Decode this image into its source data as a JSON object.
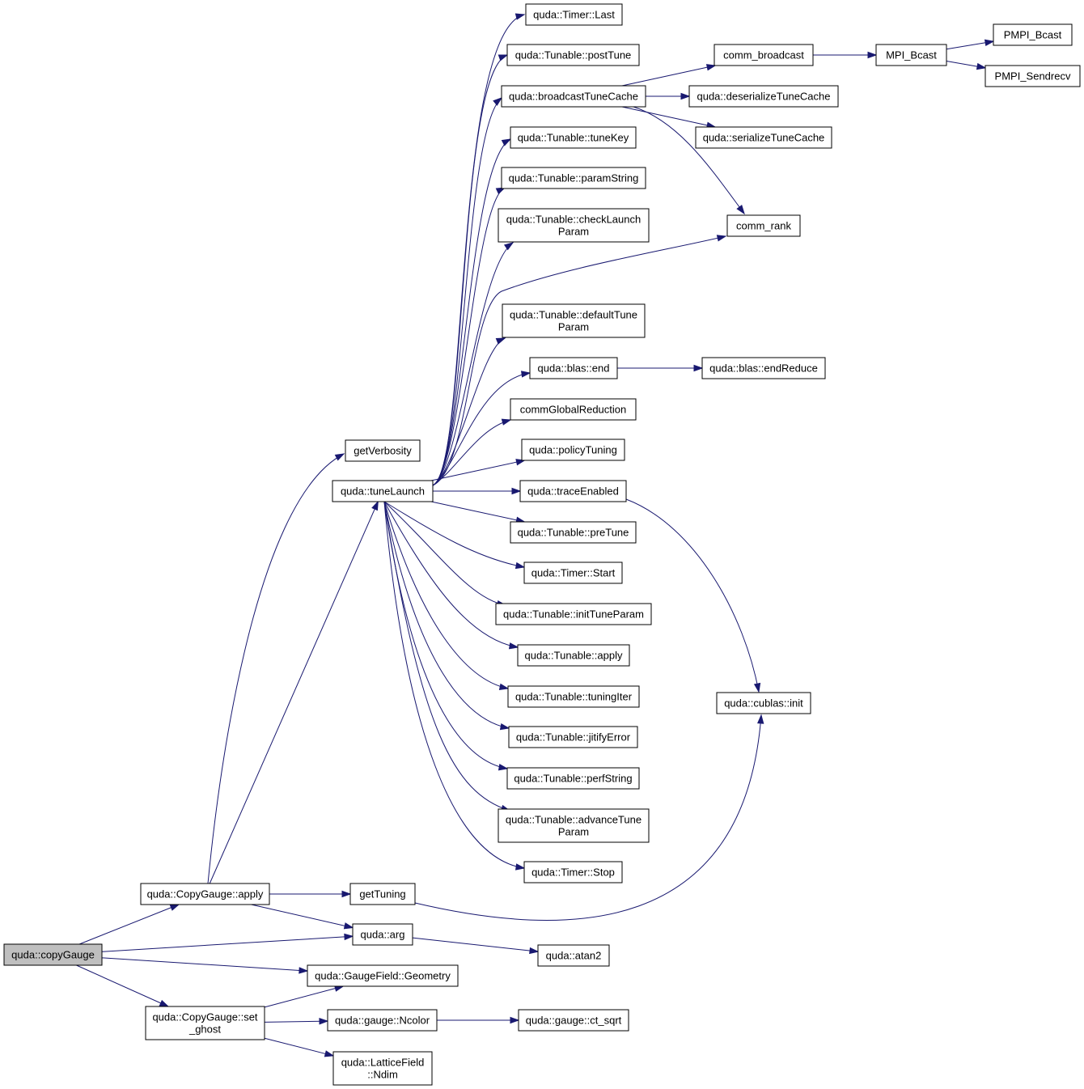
{
  "colors": {
    "edge": "#191970",
    "node_border": "#000000",
    "root_fill": "#bfbfbf",
    "node_fill": "#ffffff"
  },
  "nodes": {
    "copyGauge": [
      "quda::copyGauge"
    ],
    "CopyGaugeApply": [
      "quda::CopyGauge::apply"
    ],
    "CopyGaugeSetGhost": [
      "quda::CopyGauge::set",
      "_ghost"
    ],
    "getVerbosity": [
      "getVerbosity"
    ],
    "tuneLaunch": [
      "quda::tuneLaunch"
    ],
    "getTuning": [
      "getTuning"
    ],
    "arg": [
      "quda::arg"
    ],
    "atan2": [
      "quda::atan2"
    ],
    "Geometry": [
      "quda::GaugeField::Geometry"
    ],
    "Ncolor": [
      "quda::gauge::Ncolor"
    ],
    "ct_sqrt": [
      "quda::gauge::ct_sqrt"
    ],
    "Ndim": [
      "quda::LatticeField",
      "::Ndim"
    ],
    "TimerLast": [
      "quda::Timer::Last"
    ],
    "postTune": [
      "quda::Tunable::postTune"
    ],
    "broadcastTuneCache": [
      "quda::broadcastTuneCache"
    ],
    "tuneKey": [
      "quda::Tunable::tuneKey"
    ],
    "paramString": [
      "quda::Tunable::paramString"
    ],
    "checkLaunchParam": [
      "quda::Tunable::checkLaunch",
      "Param"
    ],
    "defaultTuneParam": [
      "quda::Tunable::defaultTune",
      "Param"
    ],
    "blasEnd": [
      "quda::blas::end"
    ],
    "commGlobalReduction": [
      "commGlobalReduction"
    ],
    "policyTuning": [
      "quda::policyTuning"
    ],
    "traceEnabled": [
      "quda::traceEnabled"
    ],
    "preTune": [
      "quda::Tunable::preTune"
    ],
    "TimerStart": [
      "quda::Timer::Start"
    ],
    "initTuneParam": [
      "quda::Tunable::initTuneParam"
    ],
    "TunableApply": [
      "quda::Tunable::apply"
    ],
    "tuningIter": [
      "quda::Tunable::tuningIter"
    ],
    "jitifyError": [
      "quda::Tunable::jitifyError"
    ],
    "perfString": [
      "quda::Tunable::perfString"
    ],
    "advanceTuneParam": [
      "quda::Tunable::advanceTune",
      "Param"
    ],
    "TimerStop": [
      "quda::Timer::Stop"
    ],
    "comm_broadcast": [
      "comm_broadcast"
    ],
    "deserializeTuneCache": [
      "quda::deserializeTuneCache"
    ],
    "serializeTuneCache": [
      "quda::serializeTuneCache"
    ],
    "comm_rank": [
      "comm_rank"
    ],
    "MPI_Bcast": [
      "MPI_Bcast"
    ],
    "PMPI_Bcast": [
      "PMPI_Bcast"
    ],
    "PMPI_Sendrecv": [
      "PMPI_Sendrecv"
    ],
    "blasEndReduce": [
      "quda::blas::endReduce"
    ],
    "cublasInit": [
      "quda::cublas::init"
    ]
  },
  "edges": [
    [
      "copyGauge",
      "CopyGaugeApply"
    ],
    [
      "copyGauge",
      "arg"
    ],
    [
      "copyGauge",
      "Geometry"
    ],
    [
      "copyGauge",
      "CopyGaugeSetGhost"
    ],
    [
      "CopyGaugeApply",
      "getVerbosity"
    ],
    [
      "CopyGaugeApply",
      "tuneLaunch"
    ],
    [
      "CopyGaugeApply",
      "getTuning"
    ],
    [
      "CopyGaugeApply",
      "arg"
    ],
    [
      "CopyGaugeSetGhost",
      "Geometry"
    ],
    [
      "CopyGaugeSetGhost",
      "Ncolor"
    ],
    [
      "CopyGaugeSetGhost",
      "Ndim"
    ],
    [
      "arg",
      "atan2"
    ],
    [
      "Ncolor",
      "ct_sqrt"
    ],
    [
      "getTuning",
      "cublasInit"
    ],
    [
      "tuneLaunch",
      "TimerLast"
    ],
    [
      "tuneLaunch",
      "postTune"
    ],
    [
      "tuneLaunch",
      "broadcastTuneCache"
    ],
    [
      "tuneLaunch",
      "tuneKey"
    ],
    [
      "tuneLaunch",
      "paramString"
    ],
    [
      "tuneLaunch",
      "checkLaunchParam"
    ],
    [
      "tuneLaunch",
      "comm_rank"
    ],
    [
      "tuneLaunch",
      "defaultTuneParam"
    ],
    [
      "tuneLaunch",
      "blasEnd"
    ],
    [
      "tuneLaunch",
      "commGlobalReduction"
    ],
    [
      "tuneLaunch",
      "policyTuning"
    ],
    [
      "tuneLaunch",
      "traceEnabled"
    ],
    [
      "tuneLaunch",
      "preTune"
    ],
    [
      "tuneLaunch",
      "TimerStart"
    ],
    [
      "tuneLaunch",
      "initTuneParam"
    ],
    [
      "tuneLaunch",
      "TunableApply"
    ],
    [
      "tuneLaunch",
      "tuningIter"
    ],
    [
      "tuneLaunch",
      "jitifyError"
    ],
    [
      "tuneLaunch",
      "perfString"
    ],
    [
      "tuneLaunch",
      "advanceTuneParam"
    ],
    [
      "tuneLaunch",
      "TimerStop"
    ],
    [
      "broadcastTuneCache",
      "comm_broadcast"
    ],
    [
      "broadcastTuneCache",
      "deserializeTuneCache"
    ],
    [
      "broadcastTuneCache",
      "serializeTuneCache"
    ],
    [
      "broadcastTuneCache",
      "comm_rank"
    ],
    [
      "comm_broadcast",
      "MPI_Bcast"
    ],
    [
      "MPI_Bcast",
      "PMPI_Bcast"
    ],
    [
      "MPI_Bcast",
      "PMPI_Sendrecv"
    ],
    [
      "blasEnd",
      "blasEndReduce"
    ],
    [
      "traceEnabled",
      "cublasInit"
    ]
  ]
}
